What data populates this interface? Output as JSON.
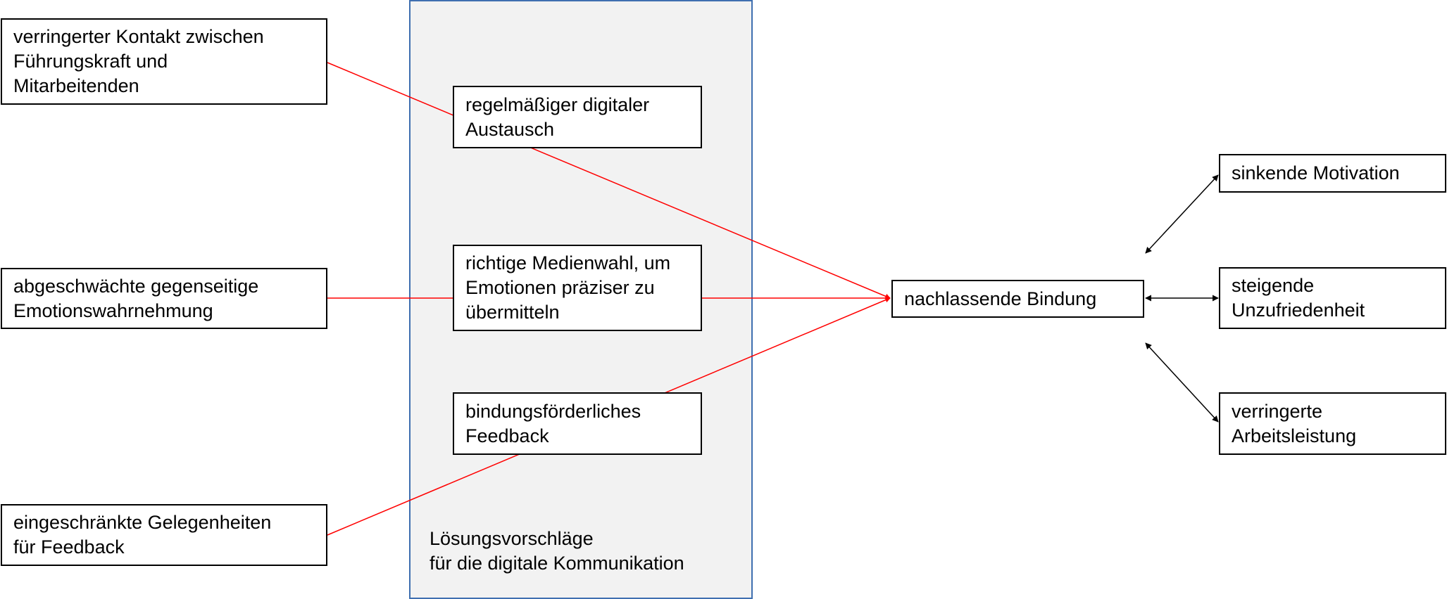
{
  "colors": {
    "panel_border": "#3f6fb0",
    "panel_fill": "#f2f2f2",
    "influence_arrow": "#ff0000",
    "effect_arrow": "#000000"
  },
  "causes": [
    {
      "text": "verringerter Kontakt zwischen\nFührungskraft und\nMitarbeitenden"
    },
    {
      "text": "abgeschwächte gegenseitige\nEmotionswahrnehmung"
    },
    {
      "text": "eingeschränkte Gelegenheiten\nfür Feedback"
    }
  ],
  "solutions_panel": {
    "caption": "Lösungsvorschläge\nfür die digitale Kommunikation",
    "items": [
      {
        "text": "regelmäßiger digitaler\nAustausch"
      },
      {
        "text": "richtige Medienwahl, um\nEmotionen präziser zu\nübermitteln"
      },
      {
        "text": "bindungsförderliches\nFeedback"
      }
    ]
  },
  "center": {
    "text": "nachlassende Bindung"
  },
  "effects": [
    {
      "text": "sinkende Motivation"
    },
    {
      "text": "steigende\nUnzufriedenheit"
    },
    {
      "text": "verringerte\nArbeitsleistung"
    }
  ]
}
